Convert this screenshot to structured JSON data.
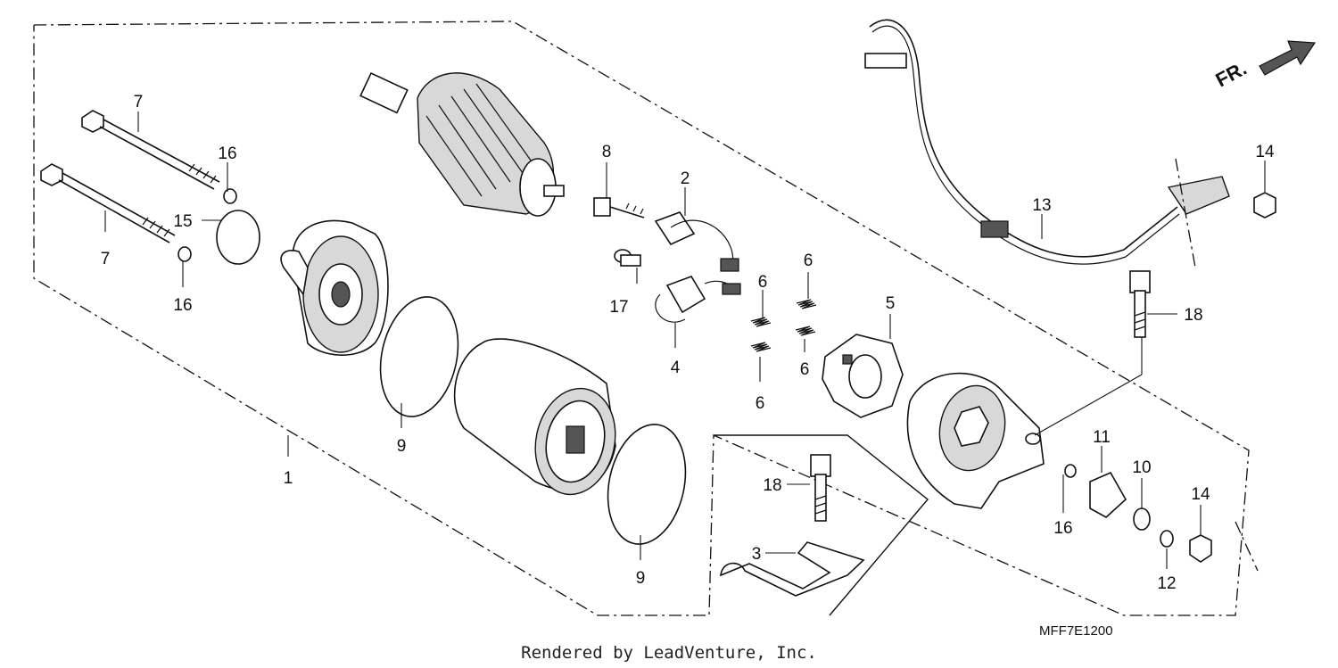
{
  "diagram_code": "MFF7E1200",
  "footer": "Rendered by LeadVenture, Inc.",
  "direction_label": "FR.",
  "callouts": [
    {
      "id": "c7a",
      "label": "7"
    },
    {
      "id": "c7b",
      "label": "7"
    },
    {
      "id": "c16a",
      "label": "16"
    },
    {
      "id": "c15",
      "label": "15"
    },
    {
      "id": "c16b",
      "label": "16"
    },
    {
      "id": "c1",
      "label": "1"
    },
    {
      "id": "c9a",
      "label": "9"
    },
    {
      "id": "c9b",
      "label": "9"
    },
    {
      "id": "c8",
      "label": "8"
    },
    {
      "id": "c2",
      "label": "2"
    },
    {
      "id": "c17",
      "label": "17"
    },
    {
      "id": "c4",
      "label": "4"
    },
    {
      "id": "c6a",
      "label": "6"
    },
    {
      "id": "c6b",
      "label": "6"
    },
    {
      "id": "c6c",
      "label": "6"
    },
    {
      "id": "c6d",
      "label": "6"
    },
    {
      "id": "c5",
      "label": "5"
    },
    {
      "id": "c13",
      "label": "13"
    },
    {
      "id": "c14a",
      "label": "14"
    },
    {
      "id": "c18a",
      "label": "18"
    },
    {
      "id": "c18b",
      "label": "18"
    },
    {
      "id": "c3",
      "label": "3"
    },
    {
      "id": "c11",
      "label": "11"
    },
    {
      "id": "c10",
      "label": "10"
    },
    {
      "id": "c14b",
      "label": "14"
    },
    {
      "id": "c16c",
      "label": "16"
    },
    {
      "id": "c12",
      "label": "12"
    }
  ]
}
